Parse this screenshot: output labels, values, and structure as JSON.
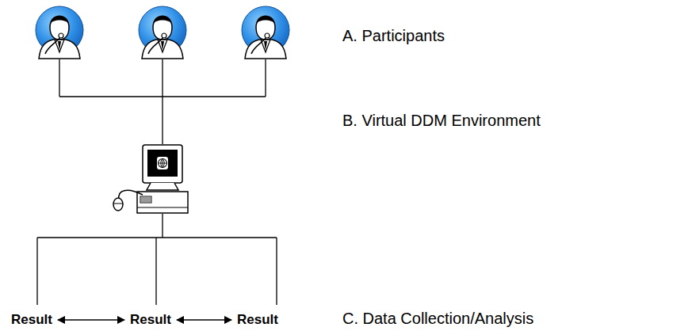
{
  "diagram": {
    "labels": [
      "A. Participants",
      "B. Virtual DDM Environment",
      "C. Data Collection/Analysis",
      "Result",
      "Result",
      "Result"
    ]
  }
}
